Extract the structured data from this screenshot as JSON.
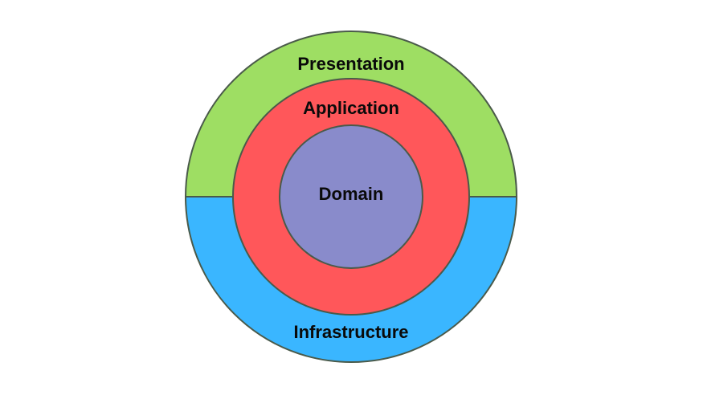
{
  "diagram": {
    "layers": {
      "presentation": {
        "label": "Presentation",
        "color": "#9ede63"
      },
      "infrastructure": {
        "label": "Infrastructure",
        "color": "#3ab6ff"
      },
      "application": {
        "label": "Application",
        "color": "#ff575a"
      },
      "domain": {
        "label": "Domain",
        "color": "#898bcb"
      }
    },
    "stroke_color": "#4a5a4a"
  }
}
